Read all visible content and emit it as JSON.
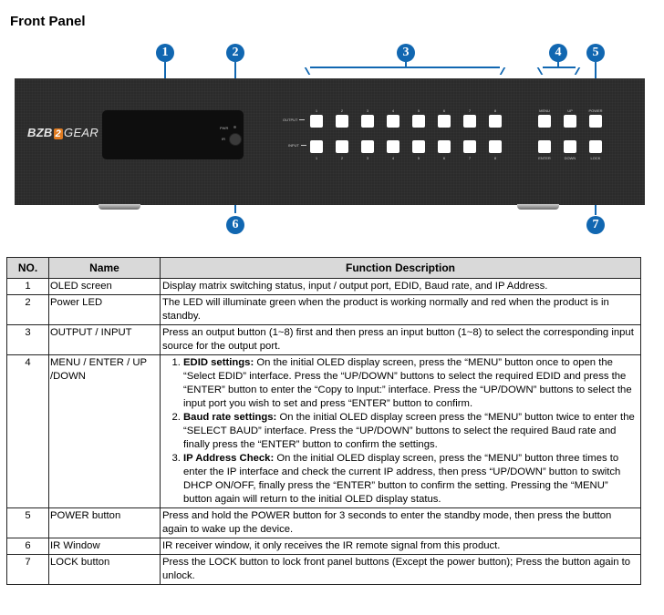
{
  "page_title": "Front Panel",
  "device": {
    "brand_logo": {
      "prefix": "BZB",
      "mark": "2",
      "suffix": "GEAR"
    },
    "pwr_label": "PWR",
    "ir_label": "IR",
    "output_row_label": "OUTPUT",
    "input_row_label": "INPUT",
    "output_numbers": [
      "1",
      "2",
      "3",
      "4",
      "5",
      "6",
      "7",
      "8"
    ],
    "input_numbers": [
      "1",
      "2",
      "3",
      "4",
      "5",
      "6",
      "7",
      "8"
    ],
    "control_top_labels": [
      "MENU",
      "UP",
      "POWER"
    ],
    "control_bottom_labels": [
      "ENTER",
      "DOWN",
      "LOCK"
    ],
    "callouts": [
      "1",
      "2",
      "3",
      "4",
      "5",
      "6",
      "7"
    ],
    "colors": {
      "callout": "#1167b1",
      "chassis": "#2b2b2b",
      "logo_accent": "#e07b20"
    }
  },
  "table": {
    "headers": [
      "NO.",
      "Name",
      "Function Description"
    ],
    "rows": [
      {
        "no": "1",
        "name": "OLED screen",
        "desc": "Display matrix switching status, input / output port, EDID, Baud rate, and IP Address."
      },
      {
        "no": "2",
        "name": "Power LED",
        "desc": "The LED will illuminate green when the product is working normally and red when the product is in standby."
      },
      {
        "no": "3",
        "name": "OUTPUT / INPUT",
        "desc": "Press an output button (1~8) first and then press an input button (1~8) to select the corresponding input source for the output port."
      },
      {
        "no": "4",
        "name": "MENU / ENTER / UP /DOWN",
        "steps": [
          {
            "title": "EDID settings:",
            "text": " On the initial OLED display screen, press the “MENU” button once to open the “Select EDID” interface. Press the “UP/DOWN” buttons to select the required EDID and press the “ENTER” button to enter the “Copy to Input:” interface. Press the “UP/DOWN” buttons to select the input port you wish to set and press “ENTER” button to confirm."
          },
          {
            "title": "Baud rate settings:",
            "text": " On the initial OLED display screen press the “MENU” button twice to enter the “SELECT BAUD” interface. Press the “UP/DOWN” buttons to select the required Baud rate and finally press the “ENTER” button to confirm the settings."
          },
          {
            "title": "IP Address Check:",
            "text": " On the initial OLED display screen, press the “MENU” button three times to enter the IP interface and check the current IP address, then press “UP/DOWN” button to switch DHCP ON/OFF, finally press the “ENTER” button to confirm the setting. Pressing the “MENU” button again will return to the initial OLED display status."
          }
        ]
      },
      {
        "no": "5",
        "name": "POWER button",
        "desc": "Press and hold the POWER button for 3 seconds to enter the standby mode, then press the button again to wake up the device."
      },
      {
        "no": "6",
        "name": "IR Window",
        "desc": "IR receiver window, it only receives the IR remote signal from this product."
      },
      {
        "no": "7",
        "name": "LOCK button",
        "desc": "Press the LOCK button to lock front panel buttons (Except the power button); Press the button again to unlock."
      }
    ]
  }
}
